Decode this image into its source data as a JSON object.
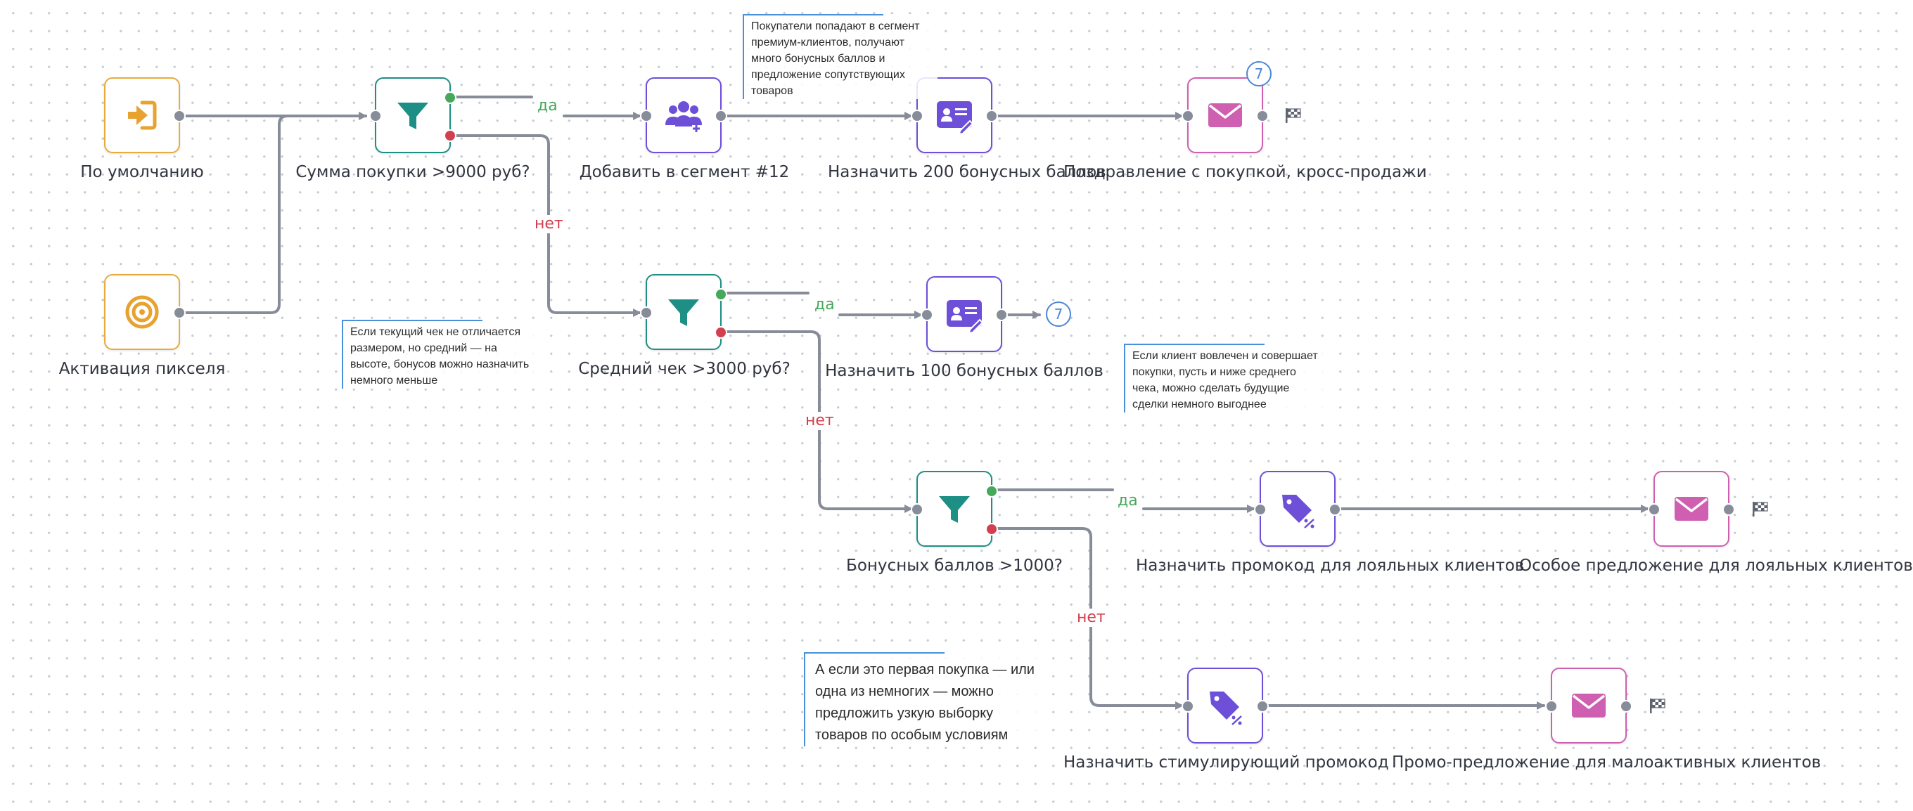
{
  "colors": {
    "wire": "#878c99",
    "yes": "#46a85a",
    "no": "#d2404f",
    "start_border": "#e8ab3d",
    "filter_border": "#1e8f84",
    "action_border": "#6d4fd8",
    "email_border": "#cf5fb0",
    "note_accent": "#4a90d9"
  },
  "nodes": {
    "default_start": {
      "label": "По умолчанию",
      "icon": "sign-in-arrow-icon"
    },
    "pixel_start": {
      "label": "Активация пикселя",
      "icon": "target-icon"
    },
    "filter_sum": {
      "label": "Сумма покупки >9000 руб?",
      "icon": "funnel-icon"
    },
    "add_segment": {
      "label": "Добавить в сегмент #12",
      "icon": "users-add-icon"
    },
    "bonus_200": {
      "label": "Назначить 200 бонусных баллов",
      "icon": "id-card-edit-icon"
    },
    "congrats_email": {
      "label": "Поздравление с покупкой, кросс-продажи",
      "icon": "envelope-icon",
      "badge": "7"
    },
    "filter_avg": {
      "label": "Средний чек >3000 руб?",
      "icon": "funnel-icon"
    },
    "bonus_100": {
      "label": "Назначить 100 бонусных баллов",
      "icon": "id-card-edit-icon",
      "badge": "7"
    },
    "filter_bonus": {
      "label": "Бонусных баллов >1000?",
      "icon": "funnel-icon"
    },
    "promo_loyal": {
      "label": "Назначить промокод для лояльных клиентов",
      "icon": "discount-tag-icon"
    },
    "email_loyal": {
      "label": "Особое предложение для лояльных клиентов",
      "icon": "envelope-icon"
    },
    "promo_stim": {
      "label": "Назначить стимулирующий промокод",
      "icon": "discount-tag-icon"
    },
    "email_low": {
      "label": "Промо-предложение для малоактивных клиентов",
      "icon": "envelope-icon"
    }
  },
  "branches": {
    "yes": "да",
    "no": "нет"
  },
  "notes": {
    "premium": "Покупатели попадают в сегмент премиум-клиентов, получают много бонусных баллов и предложение сопутствующих товаров",
    "average": "Если текущий чек не отличается размером, но средний — на высоте, бонусов можно назначить немного меньше",
    "engaged": "Если клиент вовлечен и совершает покупки, пусть и ниже среднего чека, можно сделать будущие сделки немного выгоднее",
    "first": "А если это первая покупка — или одна из немногих — можно предложить узкую выборку товаров по особым условиям"
  },
  "end_marker_icon": "finish-flag-icon"
}
